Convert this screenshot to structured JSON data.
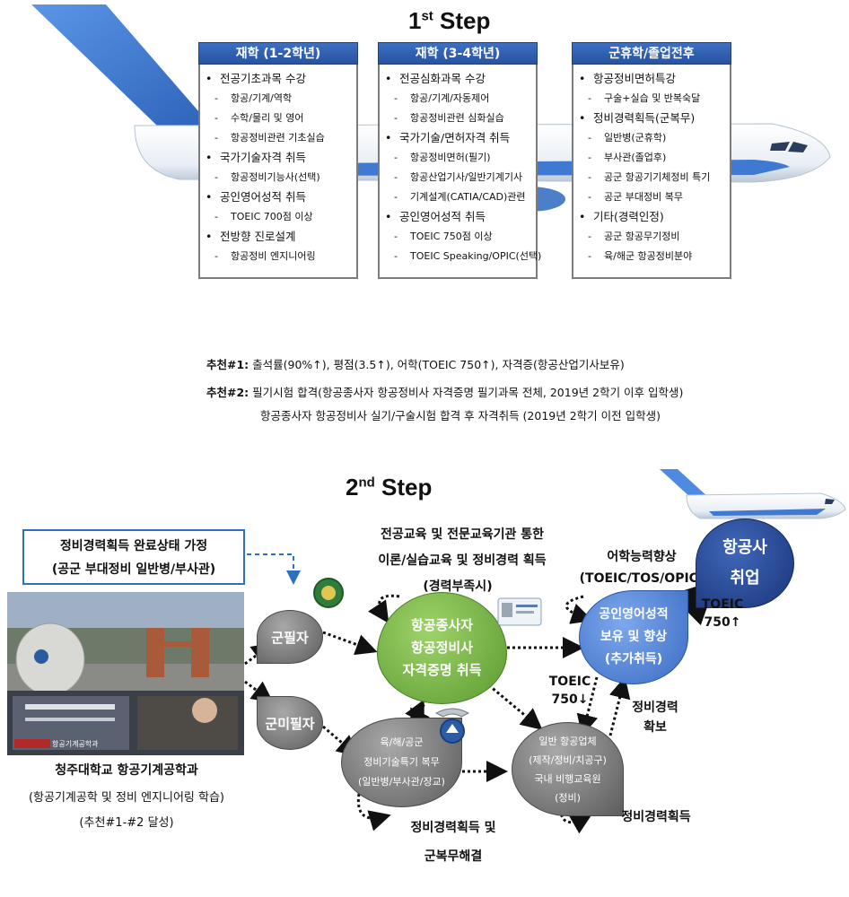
{
  "step1": {
    "title_main": "1",
    "title_sup": "st",
    "title_rest": " Step",
    "columns": [
      {
        "header": "재학 (1-2학년)",
        "items": [
          {
            "text": "전공기초과목 수강",
            "level": "main"
          },
          {
            "text": "항공/기계/역학",
            "level": "sub"
          },
          {
            "text": "수학/물리 및 영어",
            "level": "sub"
          },
          {
            "text": "항공정비관련 기초실습",
            "level": "sub"
          },
          {
            "text": "국가기술자격 취득",
            "level": "main"
          },
          {
            "text": "항공정비기능사(선택)",
            "level": "sub"
          },
          {
            "text": "공인영어성적 취득",
            "level": "main"
          },
          {
            "text": "TOEIC 700점 이상",
            "level": "sub"
          },
          {
            "text": "전방향 진로설계",
            "level": "main"
          },
          {
            "text": "항공정비 엔지니어링",
            "level": "sub"
          }
        ]
      },
      {
        "header": "재학 (3-4학년)",
        "items": [
          {
            "text": "전공심화과목 수강",
            "level": "main"
          },
          {
            "text": "항공/기계/자동제어",
            "level": "sub"
          },
          {
            "text": "항공정비관련 심화실습",
            "level": "sub"
          },
          {
            "text": "국가기술/면허자격 취득",
            "level": "main"
          },
          {
            "text": "항공정비면허(필기)",
            "level": "sub"
          },
          {
            "text": "항공산업기사/일반기계기사",
            "level": "sub"
          },
          {
            "text": "기계설계(CATIA/CAD)관련",
            "level": "sub"
          },
          {
            "text": "공인영어성적 취득",
            "level": "main"
          },
          {
            "text": "TOEIC 750점 이상",
            "level": "sub"
          },
          {
            "text": "TOEIC Speaking/OPIC(선택)",
            "level": "sub"
          }
        ]
      },
      {
        "header": "군휴학/졸업전후",
        "items": [
          {
            "text": "항공정비면허특강",
            "level": "main"
          },
          {
            "text": "구술+실습 및 반복숙달",
            "level": "sub"
          },
          {
            "text": "정비경력획득(군복무)",
            "level": "main"
          },
          {
            "text": "일반병(군휴학)",
            "level": "sub"
          },
          {
            "text": "부사관(졸업후)",
            "level": "sub"
          },
          {
            "text": "공군 항공기기체정비 특기",
            "level": "sub"
          },
          {
            "text": "공군 부대정비 복무",
            "level": "sub"
          },
          {
            "text": "기타(경력인정)",
            "level": "main"
          },
          {
            "text": "공군 항공무기정비",
            "level": "sub"
          },
          {
            "text": "육/해군 항공정비분야",
            "level": "sub"
          }
        ]
      }
    ],
    "rec1_label": "추천#1:",
    "rec1_text": " 출석률(90%↑), 평점(3.5↑), 어학(TOEIC 750↑), 자격증(항공산업기사보유)",
    "rec2_label": "추천#2:",
    "rec2_text": " 필기시험 합격(항공종사자 항공정비사 자격증명 필기과목 전체, 2019년 2학기 이후 입학생)",
    "rec2_line2": "항공종사자 항공정비사 실기/구술시험 합격 후 자격취득 (2019년 2학기 이전 입학생)"
  },
  "step2": {
    "title_main": "2",
    "title_sup": "nd",
    "title_rest": " Step",
    "assume_line1": "정비경력획득 완료상태 가정",
    "assume_line2": "(공군 부대정비 일반병/부사관)",
    "school_name": "청주대학교 항공기계공학과",
    "school_sub": "(항공기계공학 및 정비 엔지니어링 학습)",
    "school_rec": "(추천#1-#2 달성)",
    "node_mil_required": "군필자",
    "node_mil_not": "군미필자",
    "node_license_lines": [
      "항공종사자",
      "항공정비사",
      "자격증명 취득"
    ],
    "license_top1": "전공교육 및 전문교육기관 통한",
    "license_top2": "이론/실습교육 및 정비경력 획득",
    "license_top3": "(경력부족시)",
    "node_english_lines": [
      "공인영어성적",
      "보유 및 향상",
      "(추가취득)"
    ],
    "english_top1": "어학능력향상",
    "english_top2": "(TOEIC/TOS/OPIC)",
    "node_airline_lines": [
      "항공사",
      "취업"
    ],
    "toeic_up_1": "TOEIC",
    "toeic_up_2": "750↑",
    "toeic_down_1": "TOEIC",
    "toeic_down_2": "750↓",
    "career_secure_1": "정비경력",
    "career_secure_2": "확보",
    "node_service_lines": [
      "육/해/공군",
      "정비기술특기 복무",
      "(일반병/부사관/장교)"
    ],
    "service_bottom1": "정비경력획득 및",
    "service_bottom2": "군복무해결",
    "node_company_lines": [
      "일반 항공업체",
      "(제작/정비/치공구)",
      "국내 비행교육원",
      "(정비)"
    ],
    "company_bottom": "정비경력획득",
    "photo_caption": "항공기계공학과"
  },
  "colors": {
    "header_blue": "#2f5fb3",
    "green": "#6fae3c",
    "blue": "#4d7fd6",
    "navy": "#1f3f86",
    "gray": "#7a7a7a"
  }
}
